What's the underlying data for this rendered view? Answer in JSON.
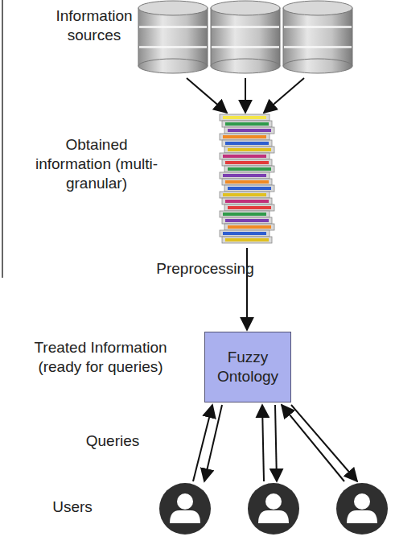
{
  "diagram": {
    "nodes": [
      {
        "text": [
          "Fuzzy Ontology"
        ]
      }
    ],
    "labels": [
      "Information sources",
      "Obtained information (multi-granular)",
      "Preprocessing",
      "Treated Information (ready for queries)",
      "Queries",
      "Users"
    ]
  }
}
